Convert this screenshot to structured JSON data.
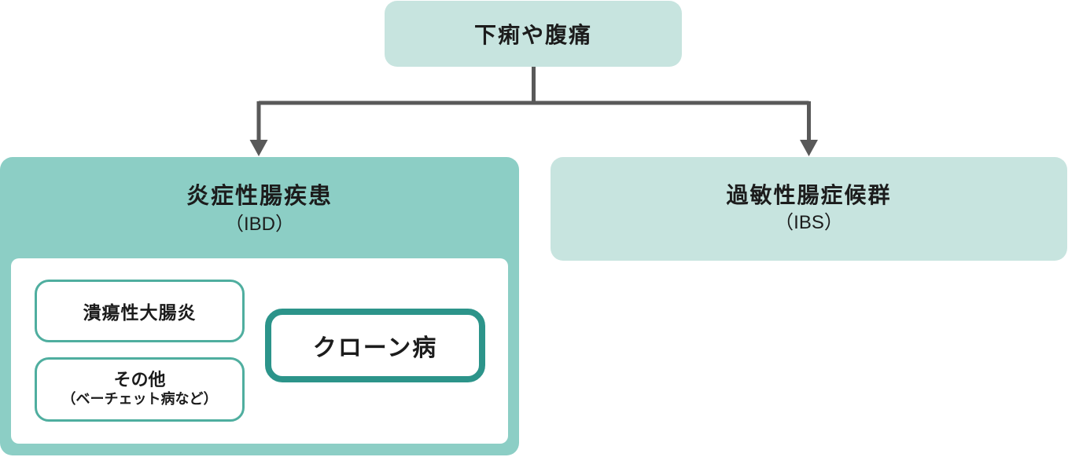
{
  "diagram": {
    "root": {
      "label": "下痢や腹痛"
    },
    "left_branch": {
      "title": "炎症性腸疾患",
      "subtitle": "（IBD）",
      "children": [
        {
          "label": "潰瘍性大腸炎"
        },
        {
          "label": "クローン病",
          "emphasized": true
        },
        {
          "label": "その他",
          "sublabel": "（ベーチェット病など）"
        }
      ]
    },
    "right_branch": {
      "title": "過敏性腸症候群",
      "subtitle": "（IBS）"
    },
    "colors": {
      "light_mint": "#c7e4df",
      "teal_frame": "#8ccec5",
      "thin_border_teal": "#4fae9f",
      "thick_border_teal": "#2c948a",
      "connector_gray": "#595959",
      "text": "#1c1c1c",
      "background": "#ffffff"
    }
  }
}
